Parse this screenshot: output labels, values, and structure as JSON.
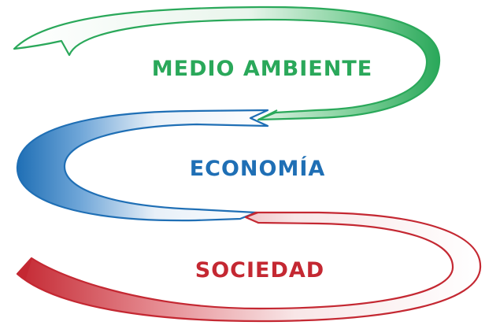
{
  "bands": [
    {
      "label": "MEDIO AMBIENTE",
      "color": "#2aa85a",
      "dark": "#1f8a45"
    },
    {
      "label": "ECONOMÍA",
      "color": "#1f6fb5",
      "dark": "#174f88"
    },
    {
      "label": "SOCIEDAD",
      "color": "#c42832",
      "dark": "#9a1d25"
    }
  ]
}
